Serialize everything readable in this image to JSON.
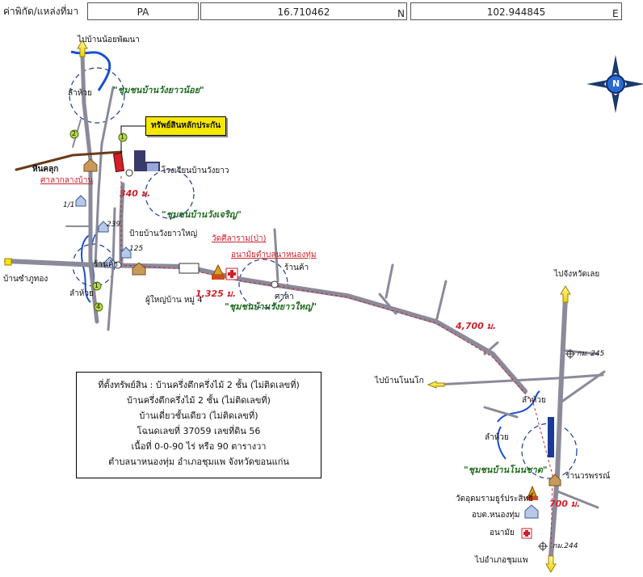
{
  "topbar": {
    "label": "ค่าพิกัด/แหล่งที่มา",
    "source": "PA",
    "lat": "16.710462",
    "lat_dir": "N",
    "lon": "102.944845",
    "lon_dir": "E"
  },
  "compass": {
    "north": "N"
  },
  "callout": {
    "text": "ทรัพย์สินหลักประกัน"
  },
  "places": {
    "to_ban_noi_phatthana": "ไปบ้านน้อยพัฒนา",
    "community_wang_yao_noi": "\"ชุมชนบ้านวังยาวน้อย\"",
    "lam_huai_1": "ลำห้วย",
    "hin_khlut": "หินคลุก",
    "sala_klang_ban": "ศาลากลางบ้าน",
    "school_wang_yao": "โรงเรียนบ้านวังยาว",
    "num_1_1": "1/1",
    "num_239": "239",
    "community_wang_charoen": "\"ชุมชนบ้านวังเจริญ\"",
    "sign_wang_yao_yai": "ป้ายบ้านวังยาวใหญ่",
    "num_125": "125",
    "shop_1": "ร้านค้า",
    "ban_sam_phu_thong": "บ้านซำภูทอง",
    "lam_huai_2": "ลำห้วย",
    "village_head": "ผู้ใหญ่บ้าน หมู่ 4",
    "temple_1": "วัดศีลาราม(ป่า)",
    "health_station": "อนามัยตำบลนาหนองทุ่ม",
    "shop_2": "ร้านค้า",
    "sala": "ศาลา",
    "community_wang_yao_yai": "\"ชุมชนบ้านวังยาวใหญ่\"",
    "to_chaiyaphum": "ไปจังหวัดเลย",
    "km_245": "กม. 245",
    "to_ban_non_ko": "ไปบ้านโนนโก",
    "lam_huai_3": "ลำห้วย",
    "lam_huai_4": "ลำห้วย",
    "community_non_chat": "\"ชุมชนบ้านโนนชาด\"",
    "shop_woraphan": "ร้านวรพรรณ์",
    "temple_2": "วัดอุดมรามธูร์ประสิทธิ์",
    "sao_nong_thum": "อบต.หนองทุ่ม",
    "health_2": "อนามัย",
    "km_244": "กม.244",
    "to_chum_phae": "ไปอำเภอชุมแพ"
  },
  "distances": {
    "d1": "340 ม.",
    "d2": "1,325 ม.",
    "d3": "4,700 ม.",
    "d4": "700 ม."
  },
  "route_markers": [
    "2",
    "1",
    "1",
    "4"
  ],
  "infobox": {
    "line1": "ที่ตั้งทรัพย์สิน : บ้านครึ่งตึกครึ่งไม้ 2 ชั้น (ไม่ติดเลขที่)",
    "line2": "บ้านครึ่งตึกครึ่งไม้ 2 ชั้น (ไม่ติดเลขที่)",
    "line3": "บ้านเดี่ยวชั้นเดียว (ไม่ติดเลขที่)",
    "line4": "โฉนดเลขที่ 37059 เลขที่ดิน 56",
    "line5": "เนื้อที่ 0-0-90 ไร่ หรือ 90 ตารางวา",
    "line6": "ตำบลนาหนองทุ่ม อำเภอชุมแพ จังหวัดขอนแก่น"
  },
  "colors": {
    "road": "#8a8a9a",
    "water": "#1a4fd0",
    "route": "#d0202a",
    "callout": "#f6e800",
    "arrow": "#f6e800"
  }
}
